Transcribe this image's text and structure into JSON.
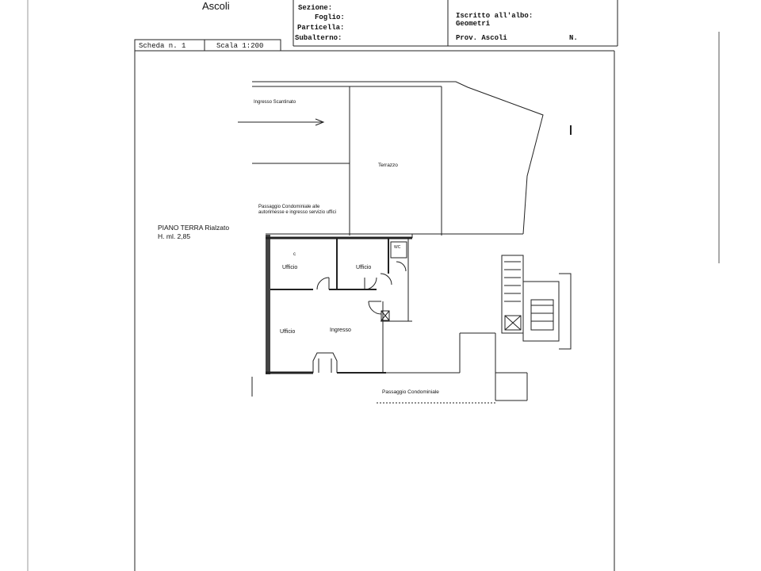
{
  "header": {
    "city": "Ascoli",
    "fields": [
      "Sezione:",
      "Foglio:",
      "Particella:",
      "Subalterno:"
    ],
    "registry_label": "Iscritto all'albo:",
    "registry_value": "Geometri",
    "province": "Prov. Ascoli",
    "number_label": "N."
  },
  "sheet": {
    "scheda": "Scheda n. 1",
    "scala": "Scala 1:200"
  },
  "plan": {
    "floor_title": "PIANO TERRA Rialzato",
    "floor_height": "H. ml. 2,85",
    "ingresso_scantinato": "Ingresso Scantinato",
    "terrazzo": "Terrazzo",
    "passaggio_autorimesse_1": "Passaggio Condominiale alle",
    "passaggio_autorimesse_2": "autorimesse e ingresso servizio uffici",
    "room_ufficio_1": "Ufficio",
    "room_ufficio_2": "Ufficio",
    "room_ufficio_3": "Ufficio",
    "room_ingresso": "Ingresso",
    "room_wc": "WC",
    "room_c": "c",
    "passaggio_condominiale": "Passaggio Condominiale"
  }
}
